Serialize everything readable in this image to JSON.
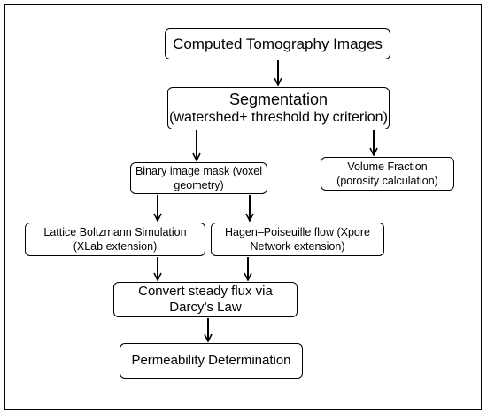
{
  "nodes": {
    "ct": {
      "label": "Computed Tomography Images"
    },
    "segmentation": {
      "line1": "Segmentation",
      "line2": "(watershed+ threshold by criterion)"
    },
    "binary_mask": {
      "line1": "Binary image mask (voxel",
      "line2": "geometry)"
    },
    "volume_fraction": {
      "line1": "Volume Fraction",
      "line2": "(porosity calculation)"
    },
    "lattice_boltzmann": {
      "line1": "Lattice Boltzmann Simulation",
      "line2": "(XLab extension)"
    },
    "hagen_poiseuille": {
      "line1": "Hagen–Poiseuille flow (Xpore",
      "line2": "Network extension)"
    },
    "darcy": {
      "line1": "Convert steady flux via",
      "line2": "Darcy’s Law"
    },
    "permeability": {
      "label": "Permeability Determination"
    }
  },
  "edges": [
    {
      "from": "ct",
      "to": "segmentation"
    },
    {
      "from": "segmentation",
      "to": "binary_mask"
    },
    {
      "from": "segmentation",
      "to": "volume_fraction"
    },
    {
      "from": "binary_mask",
      "to": "lattice_boltzmann"
    },
    {
      "from": "binary_mask",
      "to": "hagen_poiseuille"
    },
    {
      "from": "lattice_boltzmann",
      "to": "darcy"
    },
    {
      "from": "hagen_poiseuille",
      "to": "darcy"
    },
    {
      "from": "darcy",
      "to": "permeability"
    }
  ]
}
